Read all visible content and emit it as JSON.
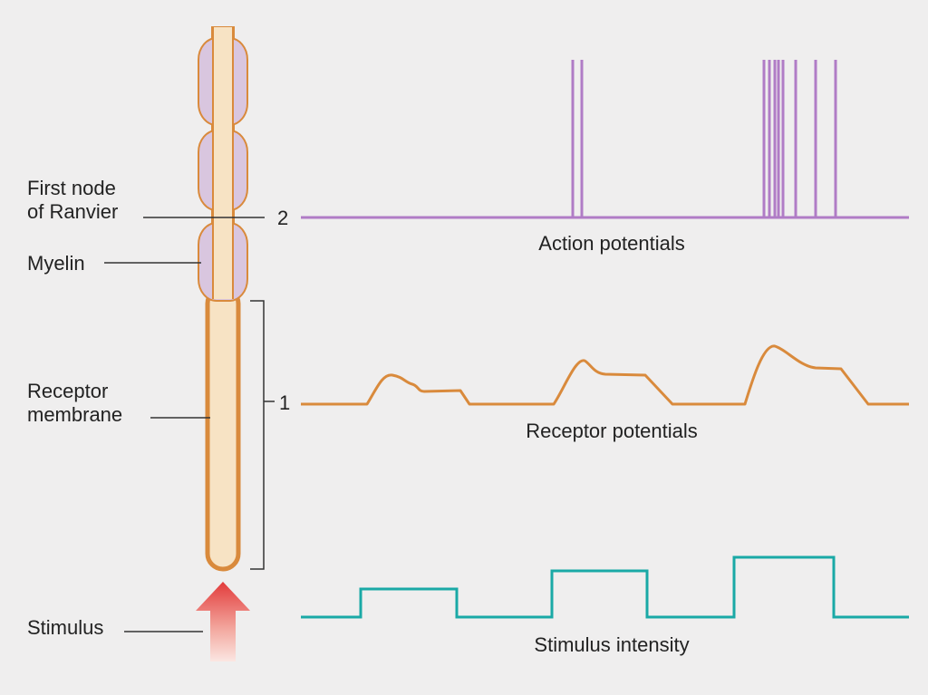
{
  "labels": {
    "first_node_line1": "First node",
    "first_node_line2": "of Ranvier",
    "myelin": "Myelin",
    "receptor_line1": "Receptor",
    "receptor_line2": "membrane",
    "stimulus": "Stimulus"
  },
  "markers": {
    "site_2": "2",
    "site_1": "1"
  },
  "traces": {
    "action": "Action potentials",
    "receptor": "Receptor potentials",
    "stimulus": "Stimulus intensity"
  },
  "colors": {
    "action": "#b07cc6",
    "receptor": "#d98a3c",
    "stimulus": "#1aa9a6",
    "myelin": "#d9c6df",
    "axon": "#f7e3c4",
    "arrow": "#e04040"
  }
}
